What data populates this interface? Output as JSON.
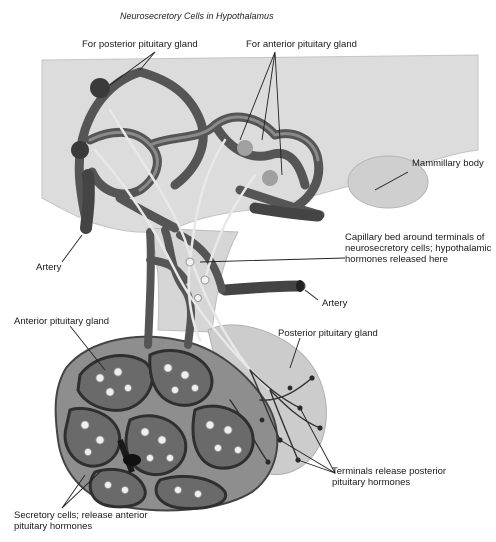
{
  "title": "Neurosecretory Cells in Hypothalamus",
  "labels": {
    "posterior_gland_cells": "For posterior pituitary gland",
    "anterior_gland_cells": "For anterior pituitary gland",
    "mammillary_body": "Mammillary body",
    "capillary_bed": "Capillary bed around terminals of neurosecretory cells; hypothalamic hormones released here",
    "artery_left": "Artery",
    "artery_right": "Artery",
    "anterior_pituitary": "Anterior pituitary gland",
    "posterior_pituitary": "Posterior pituitary gland",
    "terminals_release": "Terminals release posterior pituitary hormones",
    "secretory_cells": "Secretory cells; release anterior pituitary hormones"
  },
  "colors": {
    "tissue": "#d9d9d9",
    "vessel": "#5a5a5a",
    "vessel_dark": "#2c2c2c",
    "neuron": "#e4e4e4",
    "background": "#ffffff"
  }
}
